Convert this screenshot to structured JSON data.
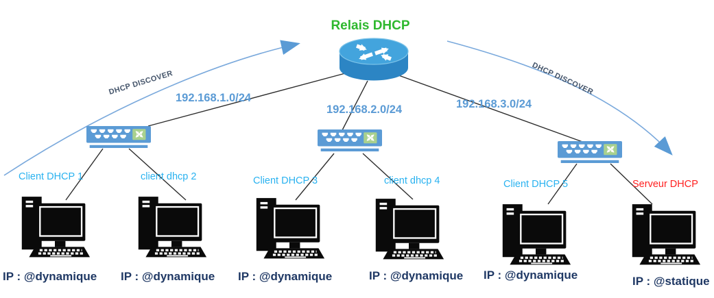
{
  "router": {
    "label": "Relais DHCP"
  },
  "discover_arrows": {
    "left_label": "DHCP DISCOVER",
    "right_label": "DHCP DISCOVER"
  },
  "networks": [
    {
      "cidr": "192.168.1.0/24"
    },
    {
      "cidr": "192.168.2.0/24"
    },
    {
      "cidr": "192.168.3.0/24"
    }
  ],
  "hosts": [
    {
      "name": "Client DHCP 1",
      "ip": "IP : @dynamique",
      "role": "client"
    },
    {
      "name": "client dhcp 2",
      "ip": "IP : @dynamique",
      "role": "client"
    },
    {
      "name": "Client DHCP 3",
      "ip": "IP : @dynamique",
      "role": "client"
    },
    {
      "name": "client dhcp 4",
      "ip": "IP : @dynamique",
      "role": "client"
    },
    {
      "name": "Client DHCP 5",
      "ip": "IP : @dynamique",
      "role": "client"
    },
    {
      "name": "Serveur DHCP",
      "ip": "IP : @statique",
      "role": "server"
    }
  ],
  "colors": {
    "title_green": "#2eb82e",
    "client_name_cyan": "#29b2f0",
    "server_name_red": "#ff1f1f",
    "ip_navy": "#1f3864",
    "network_blue": "#5b9bd5",
    "arrow_blue": "#7aa9dc",
    "arrowhead_blue": "#5b9bd5",
    "discover_text": "#44546a",
    "switch_blue": "#5b9bd5",
    "switch_module_green": "#a9d18e",
    "router_top_blue": "#43a4dd",
    "router_body_blue": "#2c85c4",
    "line_black": "#2d2d2d"
  }
}
